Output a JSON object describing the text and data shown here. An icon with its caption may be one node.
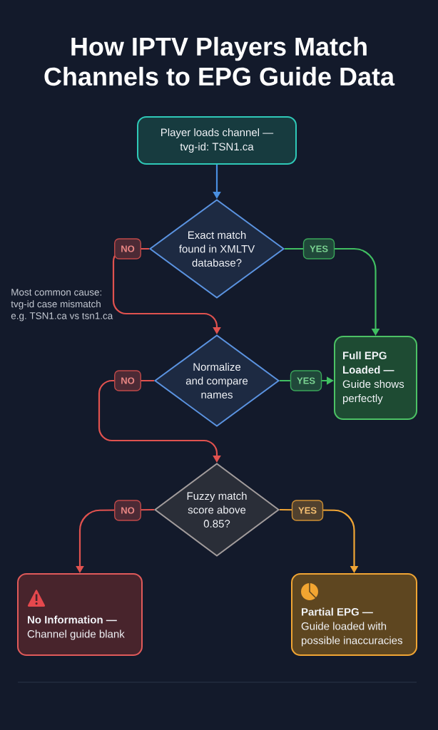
{
  "diagram": {
    "title": "How IPTV Players Match Channels to EPG Guide Data",
    "nodes": [
      {
        "text": [
          "Player loads channel — tvg-id: TSN1.ca"
        ]
      },
      {
        "text": [
          "Exact match found in XMLTV database?"
        ]
      },
      {
        "text": [
          "Normalize and compare names"
        ]
      },
      {
        "text": [
          "Full EPG Loaded —",
          "Guide shows perfectly"
        ]
      },
      {
        "text": [
          "Fuzzy match score above 0.85?"
        ]
      },
      {
        "text": [
          "No Information —",
          "Channel guide blank"
        ]
      },
      {
        "text": [
          "Partial EPG —",
          "Guide loaded with possible inaccuracies"
        ]
      }
    ],
    "edges": [
      {
        "from": 0,
        "to": 1,
        "arrow": "to",
        "color": "#4a8fe0"
      },
      {
        "from": 1,
        "to": 2,
        "arrow": "to",
        "label": "NO",
        "color": "#e0524f"
      },
      {
        "from": 1,
        "to": 3,
        "arrow": "to",
        "label": "YES",
        "color": "#41bf62"
      },
      {
        "from": 2,
        "to": 3,
        "arrow": "to",
        "label": "YES",
        "color": "#41bf62"
      },
      {
        "from": 2,
        "to": 4,
        "arrow": "to",
        "label": "NO",
        "color": "#e0524f"
      },
      {
        "from": 4,
        "to": 5,
        "arrow": "to",
        "label": "NO",
        "color": "#e0524f"
      },
      {
        "from": 4,
        "to": 6,
        "arrow": "to",
        "label": "YES",
        "color": "#f0a535"
      }
    ],
    "labels": [
      "Most common cause: tvg-id case mismatch e.g. TSN1.ca vs tsn1.ca"
    ]
  }
}
